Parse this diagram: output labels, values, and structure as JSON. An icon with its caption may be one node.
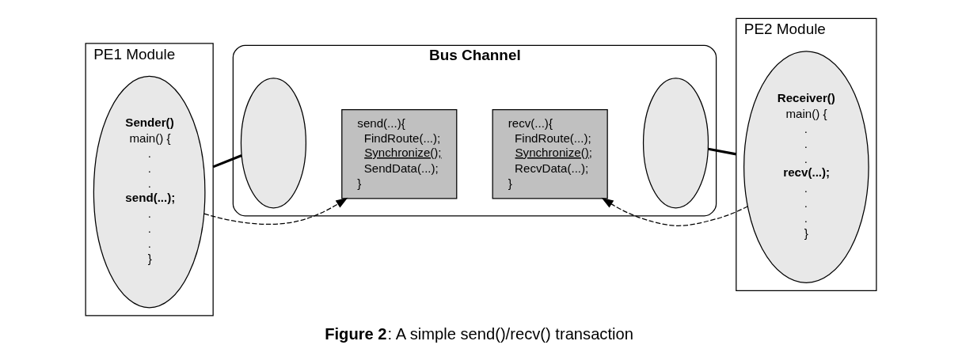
{
  "diagram": {
    "caption": "**Figure 2**: A simple send()/recv() transaction",
    "nodes": [
      {
        "text": [
          "PE1 Module"
        ]
      },
      {
        "text": [
          "Sender()",
          "main() {",
          ".",
          ".",
          ".",
          "send(...);",
          ".",
          ".",
          ".",
          "}"
        ],
        "in": 0
      },
      {
        "text": [
          "Bus Channel"
        ]
      },
      {
        "text": [],
        "shape": "semicircle",
        "in": 2
      },
      {
        "text": [
          "send(...){",
          "FindRoute(...);",
          "Synchronize();",
          "SendData(...);",
          "}"
        ],
        "in": 2
      },
      {
        "text": [
          "recv(...){",
          "FindRoute(...);",
          "Synchronize();",
          "RecvData(...);",
          "}"
        ],
        "in": 2
      },
      {
        "text": [],
        "shape": "semicircle",
        "in": 2
      },
      {
        "text": [
          "PE2 Module"
        ]
      },
      {
        "text": [
          "Receiver()",
          "main() {",
          ".",
          ".",
          ".",
          "recv(...);",
          ".",
          ".",
          ".",
          "}"
        ],
        "in": 7
      }
    ],
    "edges": [
      {
        "from": 0,
        "to": 3,
        "arrow": "none",
        "style": "thick"
      },
      {
        "from": 1,
        "to": 4,
        "arrow": "to",
        "style": "dashed"
      },
      {
        "from": 6,
        "to": 7,
        "arrow": "none",
        "style": "thick"
      },
      {
        "from": 8,
        "to": 5,
        "arrow": "to",
        "style": "dashed"
      }
    ]
  }
}
